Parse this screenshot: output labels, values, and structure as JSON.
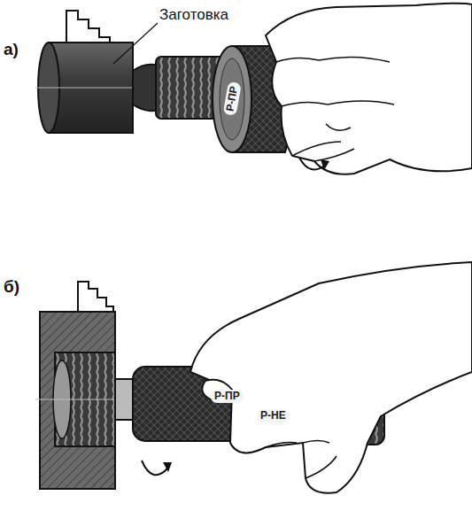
{
  "diagram": {
    "labels": [
      "а)",
      "Заготовка",
      "Р-ПР",
      "б)",
      "Р-ПР",
      "Р-НЕ"
    ]
  }
}
